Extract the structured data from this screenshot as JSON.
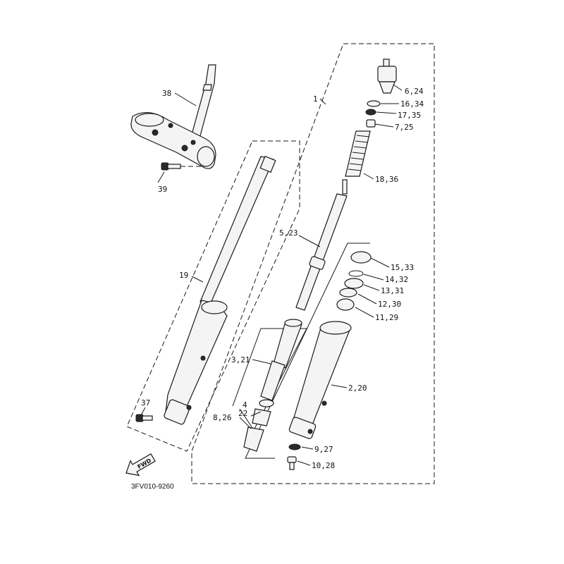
{
  "diagram": {
    "code": "3FV010-9260",
    "fwd_label": "FWD",
    "callouts": {
      "p38": "38",
      "p39": "39",
      "p19": "19",
      "p37": "37",
      "p1": "1",
      "p6": "6,24",
      "p16": "16,34",
      "p17": "17,35",
      "p7": "7,25",
      "p18": "18,36",
      "p5": "5,23",
      "p15": "15,33",
      "p14": "14,32",
      "p13": "13,31",
      "p12": "12,30",
      "p11": "11,29",
      "p3": "3,21",
      "p4": "4",
      "p22": "22",
      "p8": "8,26",
      "p2": "2,20",
      "p9": "9,27",
      "p10": "10,28"
    }
  }
}
